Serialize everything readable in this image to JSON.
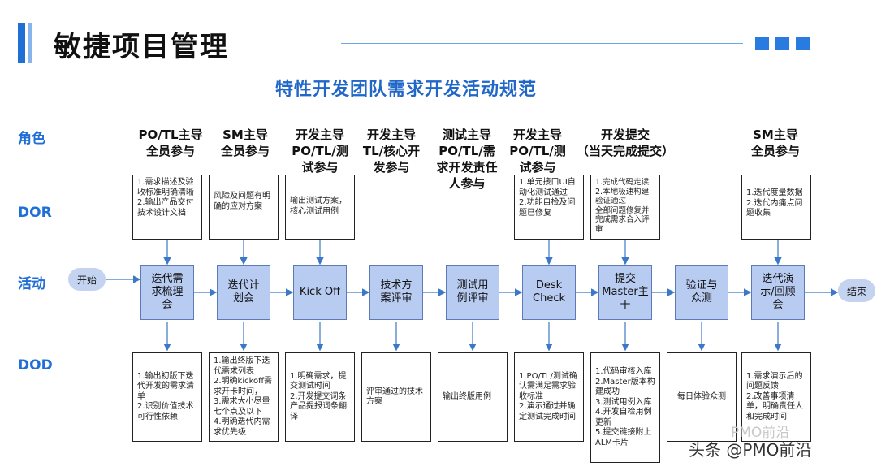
{
  "title": "敏捷项目管理",
  "subtitle": "特性开发团队需求开发活动规范",
  "row_labels": {
    "role": "角色",
    "dor": "DOR",
    "activity": "活动",
    "dod": "DOD"
  },
  "start": "开始",
  "end": "结束",
  "columns": [
    {
      "role": "PO/TL主导\n全员参与",
      "dor": "1.需求描述及验收标准明确清晰\n2.输出产品交付技术设计文档",
      "activity": "迭代需\n求梳理\n会",
      "dod": "1.输出初版下迭代开发的需求清单\n2.识别价值技术可行性依赖"
    },
    {
      "role": "SM主导\n全员参与",
      "dor": "风险及问题有明确的应对方案",
      "activity": "迭代计\n划会",
      "dod": "1.输出终版下迭代需求列表\n2.明确kickoff需求开卡时间，\n3.需求大小尽量七个点及以下\n4.明确迭代内需求优先级"
    },
    {
      "role": "开发主导\nPO/TL/测\n试参与",
      "dor": "输出测试方案，核心测试用例",
      "activity": "Kick Off",
      "dod": "1.明确需求，提交测试时间\n2.开发提交词条产品提报词条翻译"
    },
    {
      "role": "开发主导\nTL/核心开\n发参与",
      "dor": "",
      "activity": "技术方\n案评审",
      "dod": "评审通过的技术方案"
    },
    {
      "role": "测试主导\nPO/TL/需\n求开发责任\n人参与",
      "dor": "",
      "activity": "测试用\n例评审",
      "dod": "输出终版用例"
    },
    {
      "role": "开发主导\nPO/TL/测\n试参与",
      "dor": "1.单元接口UI自动化测试通过\n2.功能自检及问题已修复",
      "activity": "Desk\nCheck",
      "dod": "1.PO/TL/测试确认需满足需求验收标准\n2.演示通过并确定测试完成时间"
    },
    {
      "role": "开发提交\n（当天完成提交）",
      "dor": "1.完成代码走读\n2.本地极速构建验证通过\n全部问题修复并完成需求合入评审",
      "activity": "提交\nMaster主\n干",
      "dod": "1.代码审核入库\n2.Master版本构建成功\n3.测试用例入库\n4.开发自检用例更新\n5.提交链接附上ALM卡片"
    },
    {
      "role": "",
      "dor": "",
      "activity": "验证与\n众测",
      "dod": "每日体验众测"
    },
    {
      "role": "SM主导\n全员参与",
      "dor": "1.迭代度量数据\n2.迭代内痛点问题收集",
      "activity": "迭代演\n示/回顾\n会",
      "dod": "1.需求演示后的问题反馈\n2.改善事项清单，明确责任人和完成时间"
    }
  ],
  "watermark_main": "头条 @PMO前沿",
  "watermark_light": "PMO前沿",
  "colors": {
    "accent": "#1f6fd6",
    "activity_fill": "#b8cbf1",
    "arrow": "#3b78c8"
  }
}
